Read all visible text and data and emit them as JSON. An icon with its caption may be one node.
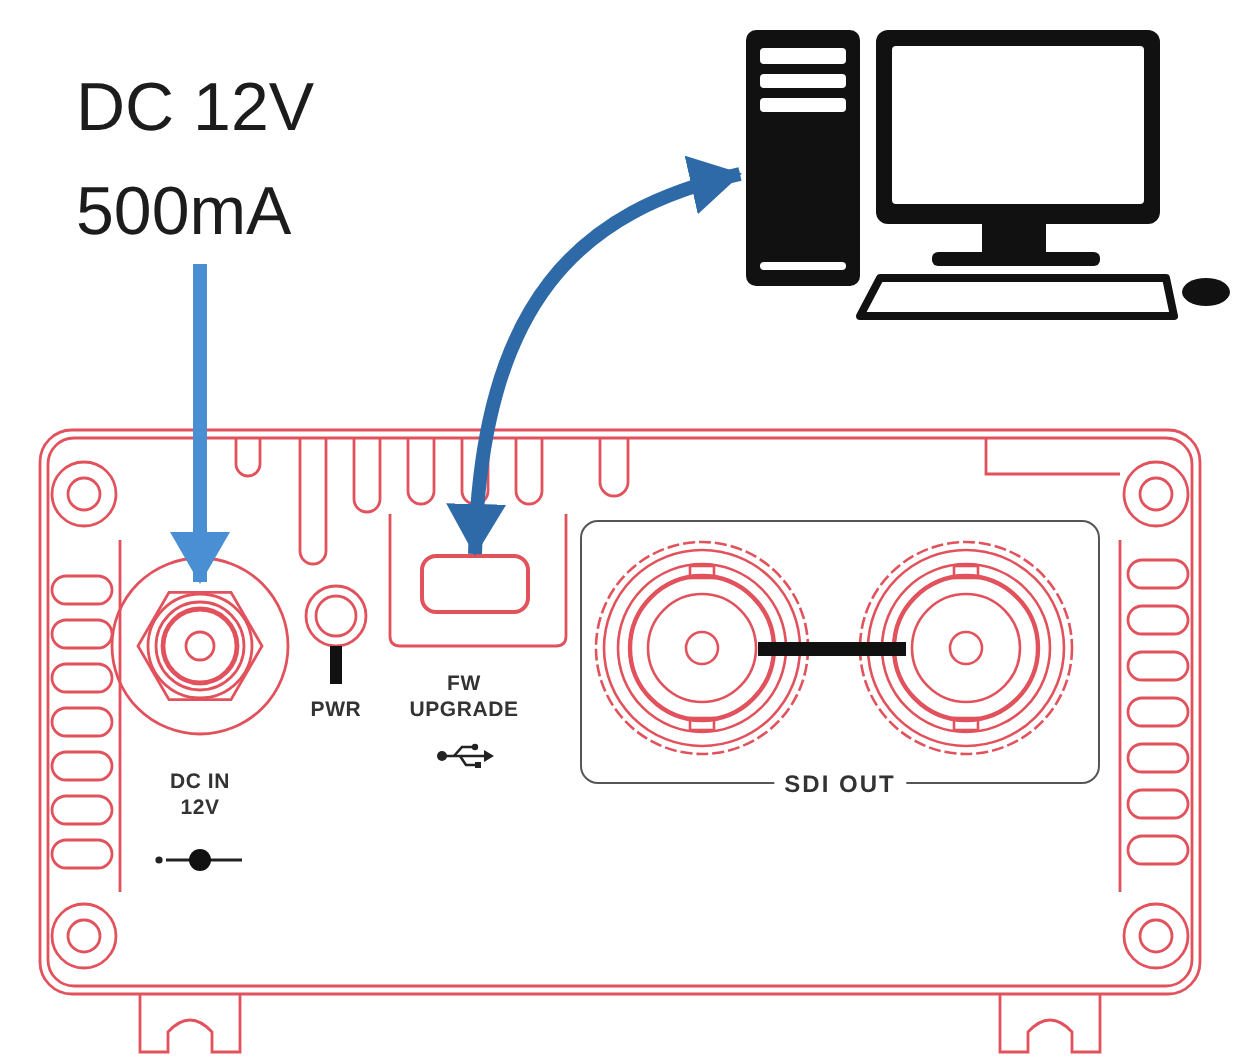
{
  "diagram": {
    "nodes": [
      {
        "text": [
          "DC 12V 500mA"
        ]
      },
      {
        "text": [],
        "shape": "picture"
      },
      {
        "text": [],
        "shape": "circle",
        "beside": [
          "DC IN 12V"
        ]
      },
      {
        "text": [],
        "shape": "box",
        "beside": [
          "FW UPGRADE"
        ]
      },
      {
        "text": [
          "SDI OUT"
        ]
      }
    ],
    "edges": [
      {
        "from": 0,
        "to": 2,
        "arrow": "to",
        "color": "#4a8fd4"
      },
      {
        "from": 1,
        "to": 3,
        "arrow": "both",
        "color": "#2f6aa8"
      }
    ],
    "labels": [
      "PWR"
    ]
  }
}
